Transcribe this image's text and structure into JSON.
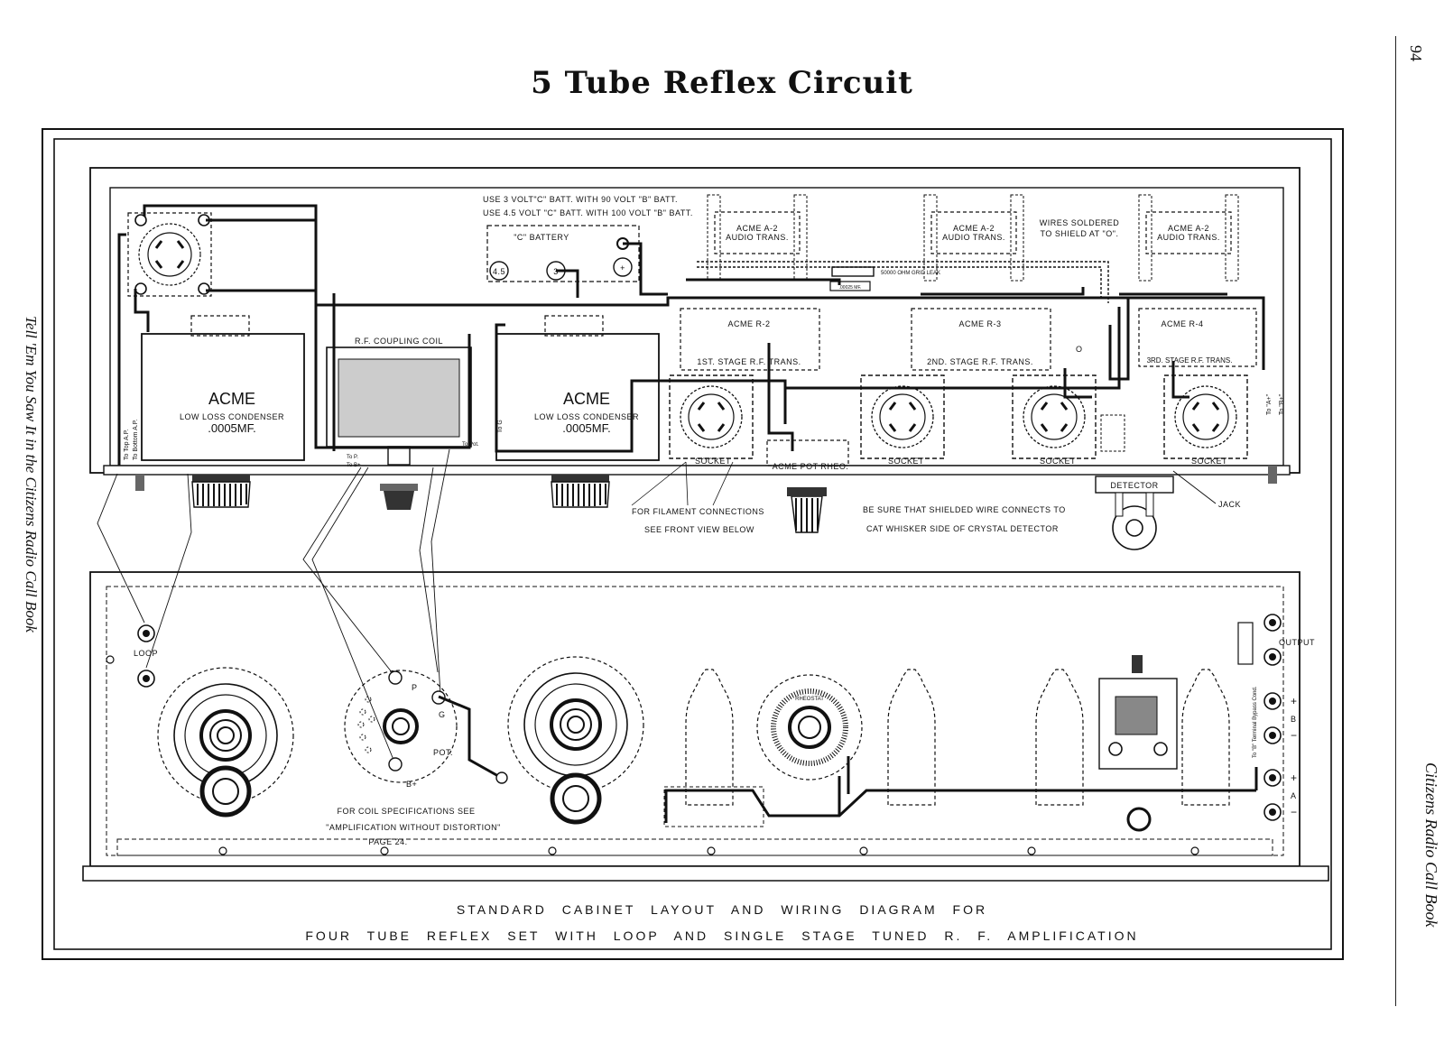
{
  "title": "5 Tube Reflex Circuit",
  "page_number": "94",
  "side_left": "Tell 'Em You Saw It in the Citizens Radio Call Book",
  "side_right": "Citizens Radio Call Book",
  "top_view": {
    "battery_note_1": "USE 3 VOLT\"C\" BATT. WITH 90 VOLT \"B\" BATT.",
    "battery_note_2": "USE 4.5 VOLT \"C\" BATT. WITH 100 VOLT \"B\" BATT.",
    "c_battery": "\"C\" BATTERY",
    "c_terminals": [
      "4.5",
      "3",
      "+"
    ],
    "condenser_brand": "ACME",
    "condenser_type": "LOW LOSS CONDENSER",
    "condenser_value": ".0005MF.",
    "rf_coil": "R.F. COUPLING COIL",
    "audio_trans": "ACME A-2",
    "audio_trans_2": "AUDIO TRANS.",
    "grid_leak": "50000 OHM GRID LEAK",
    "grid_cap": ".00025 MF.",
    "wires_soldered_1": "WIRES SOLDERED",
    "wires_soldered_2": "TO SHIELD AT \"O\".",
    "rf_trans_1": "ACME R-2",
    "rf_trans_1_stage": "1ST. STAGE R.F. TRANS.",
    "rf_trans_2": "ACME R-3",
    "rf_trans_2_stage": "2ND. STAGE R.F. TRANS.",
    "rf_trans_3": "ACME R-4",
    "rf_trans_3_stage": "3RD. STAGE R.F. TRANS.",
    "socket": "SOCKET",
    "pot_rheo": "ACME  POT  RHEO.",
    "detector": "DETECTOR",
    "jack": "JACK",
    "o_mark": "O",
    "filament_note_1": "FOR  FILAMENT  CONNECTIONS",
    "filament_note_2": "SEE  FRONT  VIEW  BELOW",
    "shielded_note_1": "BE SURE THAT SHIELDED WIRE CONNECTS TO",
    "shielded_note_2": "CAT WHISKER SIDE OF CRYSTAL DETECTOR",
    "coil_terms": [
      "To Top A.P.",
      "To Bottom A.P.",
      "To P.",
      "To B+",
      "To G",
      "To Pot."
    ],
    "right_terms": [
      "To \"A+\"",
      "To \"B+\""
    ]
  },
  "front_view": {
    "loop": "LOOP",
    "coil_p": "P",
    "coil_g": "G",
    "coil_pot": "POT.",
    "coil_bplus": "B+",
    "coil_note_1": "FOR COIL SPECIFICATIONS SEE",
    "coil_note_2": "\"AMPLIFICATION WITHOUT DISTORTION\"",
    "coil_note_3": "PAGE 24.",
    "output": "OUTPUT",
    "b_label": "B",
    "a_label": "A",
    "plus": "+",
    "minus": "−",
    "rheostat_text": "RHEOSTAT",
    "terminal_note": "To \"B\" Terminal Bypass Cond.",
    "caption_1": "STANDARD  CABINET  LAYOUT  AND  WIRING  DIAGRAM  FOR",
    "caption_2": "FOUR  TUBE  REFLEX  SET  WITH  LOOP  AND  SINGLE  STAGE  TUNED  R. F.  AMPLIFICATION"
  }
}
